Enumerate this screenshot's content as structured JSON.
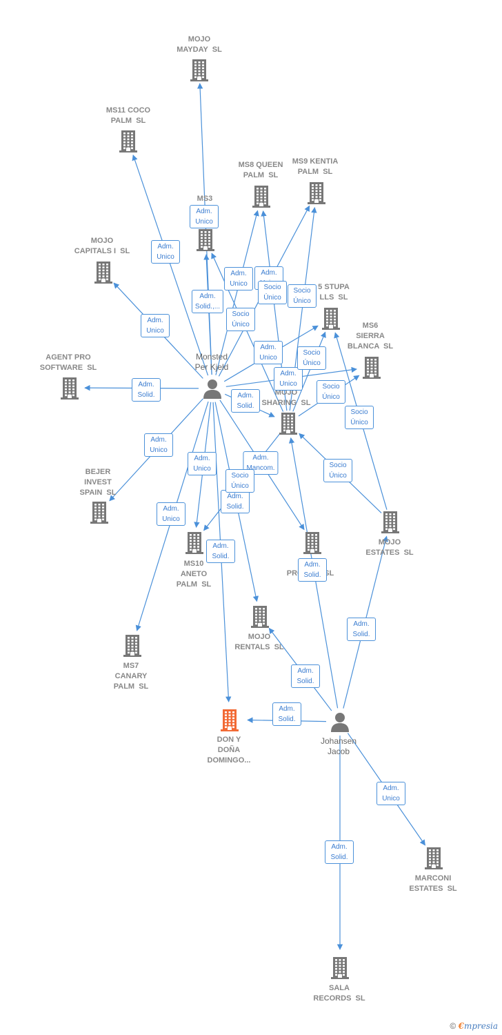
{
  "nodes": {
    "mayday": {
      "label": "MOJO\nMAYDAY  SL",
      "kind": "company"
    },
    "coco": {
      "label": "MS11 COCO\nPALM  SL",
      "kind": "company"
    },
    "queen": {
      "label": "MS8 QUEEN\nPALM  SL",
      "kind": "company"
    },
    "kentia": {
      "label": "MS9 KENTIA\nPALM  SL",
      "kind": "company"
    },
    "ms3": {
      "label": "MS3\nM       Y\nP",
      "kind": "company"
    },
    "capitals": {
      "label": "MOJO\nCAPITALS I  SL",
      "kind": "company"
    },
    "stupa": {
      "label": "5 STUPA\nLLS  SL",
      "kind": "company"
    },
    "sierra": {
      "label": "MS6\nSIERRA\nBLANCA  SL",
      "kind": "company"
    },
    "agent": {
      "label": "AGENT PRO\nSOFTWARE  SL",
      "kind": "company"
    },
    "sharing": {
      "label": "MOJO\nSHARING  SL",
      "kind": "company"
    },
    "bejer": {
      "label": "BEJER\nINVEST\nSPAIN  SL",
      "kind": "company"
    },
    "aneto": {
      "label": "MS10\nANETO\nPALM  SL",
      "kind": "company"
    },
    "pro": {
      "label": "PRO          SL",
      "kind": "company"
    },
    "estates": {
      "label": "MOJO\nESTATES  SL",
      "kind": "company"
    },
    "rentals": {
      "label": "MOJO\nRENTALS  SL",
      "kind": "company"
    },
    "canary": {
      "label": "MS7\nCANARY\nPALM  SL",
      "kind": "company"
    },
    "don": {
      "label": "DON Y\nDOÑA\nDOMINGO...",
      "kind": "focus"
    },
    "marconi": {
      "label": "MARCONI\nESTATES  SL",
      "kind": "company"
    },
    "sala": {
      "label": "SALA\nRECORDS  SL",
      "kind": "company"
    },
    "monsted": {
      "label": "Monsted\nPer Kjeld",
      "kind": "person"
    },
    "johansen": {
      "label": "Johansen\nJacob",
      "kind": "person"
    }
  },
  "edges": [
    {
      "from": "monsted",
      "to": "mayday",
      "label": "Adm.\nUnico"
    },
    {
      "from": "monsted",
      "to": "coco",
      "label": "Adm.\nUnico"
    },
    {
      "from": "monsted",
      "to": "queen",
      "label": "Adm.\nUnico"
    },
    {
      "from": "monsted",
      "to": "kentia",
      "label": "Adm.\nUnico"
    },
    {
      "from": "monsted",
      "to": "ms3",
      "label": "Adm.\nSolid.,..."
    },
    {
      "from": "monsted",
      "to": "capitals",
      "label": "Adm.\nUnico"
    },
    {
      "from": "monsted",
      "to": "stupa",
      "label": "Adm.\nUnico"
    },
    {
      "from": "monsted",
      "to": "sierra",
      "label": "Adm.\nUnico"
    },
    {
      "from": "monsted",
      "to": "agent",
      "label": "Adm.\nSolid."
    },
    {
      "from": "monsted",
      "to": "sharing",
      "label": "Adm.\nSolid."
    },
    {
      "from": "monsted",
      "to": "bejer",
      "label": "Adm.\nUnico"
    },
    {
      "from": "monsted",
      "to": "aneto",
      "label": "Adm.\nUnico"
    },
    {
      "from": "monsted",
      "to": "pro",
      "label": "Adm.\nMancom."
    },
    {
      "from": "monsted",
      "to": "rentals",
      "label": "Adm.\nSolid."
    },
    {
      "from": "monsted",
      "to": "canary",
      "label": "Adm.\nUnico"
    },
    {
      "from": "monsted",
      "to": "don",
      "label": "Adm.\nSolid."
    },
    {
      "from": "sharing",
      "to": "queen",
      "label": "Socio\nÚnico"
    },
    {
      "from": "sharing",
      "to": "kentia",
      "label": "Socio\nÚnico"
    },
    {
      "from": "sharing",
      "to": "ms3",
      "label": "Socio\nÚnico"
    },
    {
      "from": "sharing",
      "to": "stupa",
      "label": "Socio\nÚnico"
    },
    {
      "from": "sharing",
      "to": "sierra",
      "label": "Socio\nÚnico"
    },
    {
      "from": "sharing",
      "to": "aneto",
      "label": "Socio\nÚnico"
    },
    {
      "from": "estates",
      "to": "sharing",
      "label": "Socio\nÚnico"
    },
    {
      "from": "estates",
      "to": "stupa",
      "label": "Socio\nÚnico"
    },
    {
      "from": "johansen",
      "to": "estates",
      "label": "Adm.\nSolid."
    },
    {
      "from": "johansen",
      "to": "sharing",
      "label": "Adm.\nSolid."
    },
    {
      "from": "johansen",
      "to": "rentals",
      "label": "Adm.\nSolid."
    },
    {
      "from": "johansen",
      "to": "don",
      "label": "Adm.\nSolid."
    },
    {
      "from": "johansen",
      "to": "marconi",
      "label": "Adm.\nUnico"
    },
    {
      "from": "johansen",
      "to": "sala",
      "label": "Adm.\nSolid."
    }
  ],
  "footer": {
    "copyright": "©",
    "brand_initial": "€",
    "brand_rest": "mpresia"
  },
  "colors": {
    "edge": "#4a90d9",
    "company": "#777777",
    "focus": "#f26a35",
    "person": "#777777"
  }
}
